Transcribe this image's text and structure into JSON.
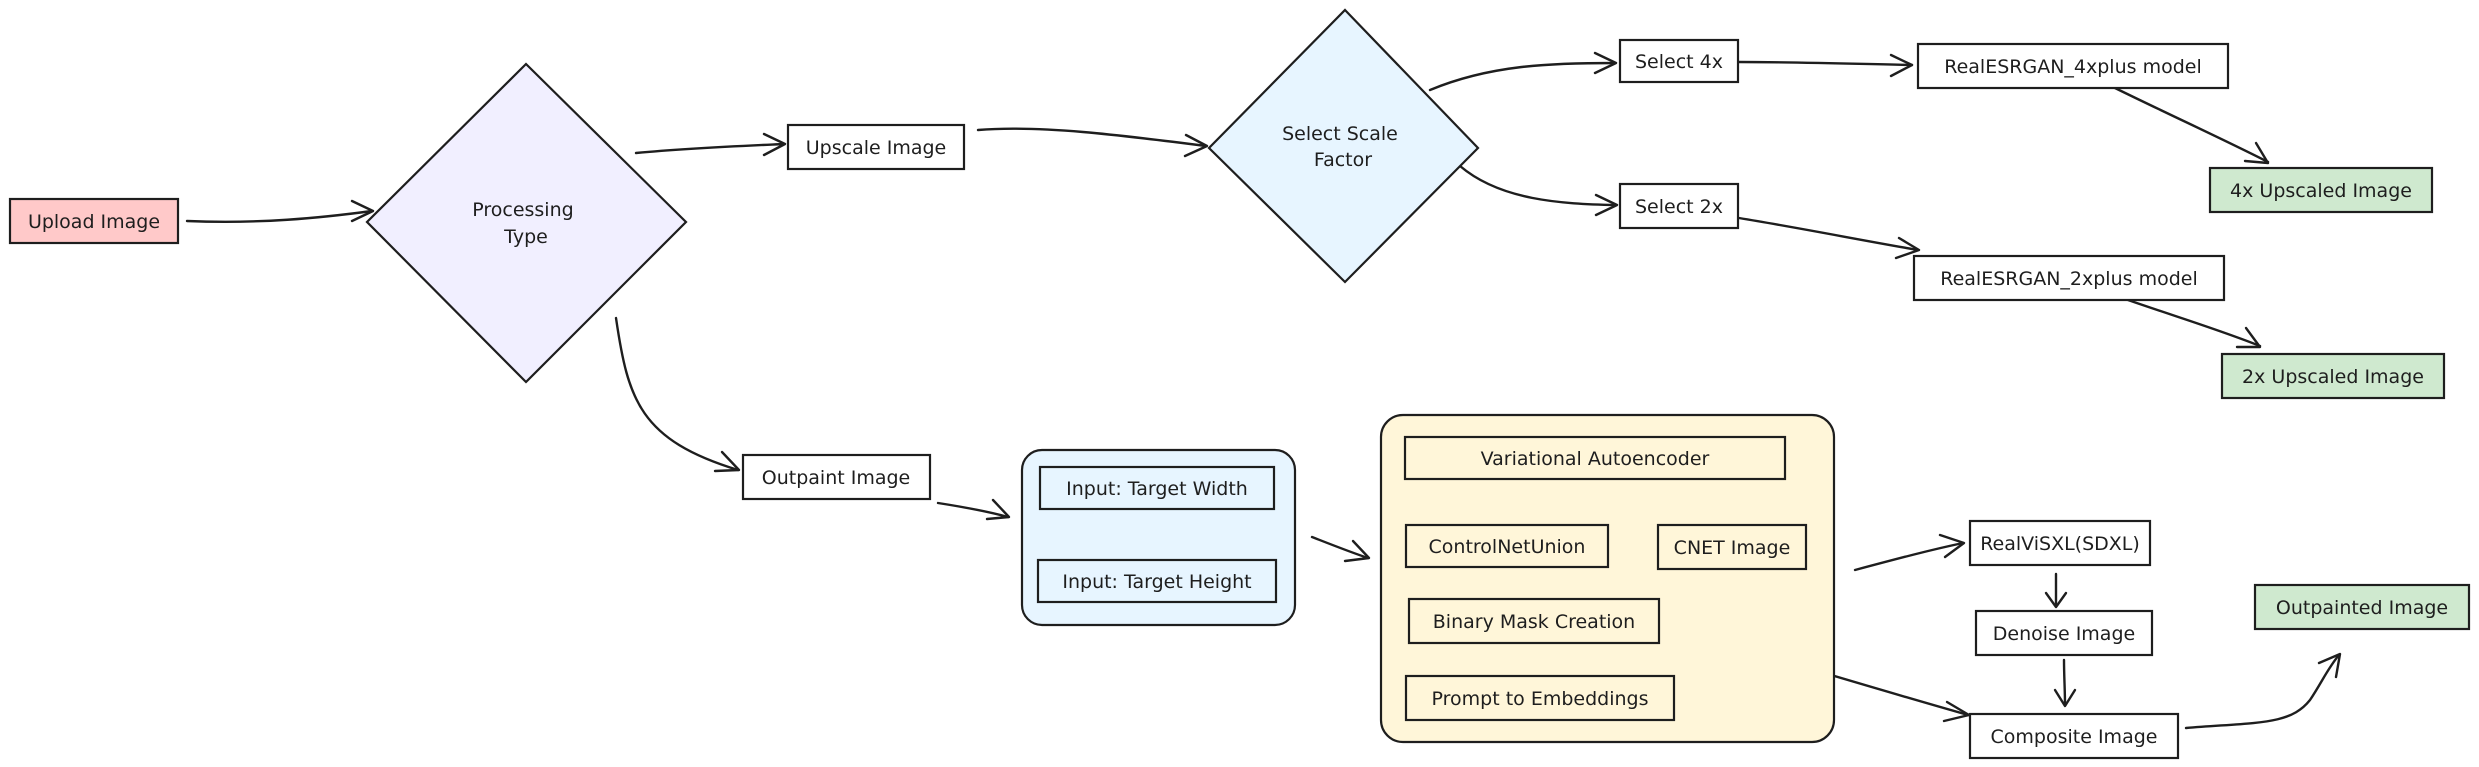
{
  "colors": {
    "stroke": "#1e1e1e",
    "white": "#ffffff",
    "pink": "#ffc9c9",
    "lavender": "#f1efff",
    "light_blue": "#e7f5ff",
    "light_yellow": "#fff6d9",
    "light_green": "#cfe9cf"
  },
  "nodes": {
    "upload_image": "Upload Image",
    "processing_type": [
      "Processing",
      "Type"
    ],
    "upscale_image": "Upscale Image",
    "select_scale_factor": [
      "Select Scale",
      "Factor"
    ],
    "select_4x": "Select 4x",
    "select_2x": "Select 2x",
    "realesrgan_4x": "RealESRGAN_4xplus model",
    "realesrgan_2x": "RealESRGAN_2xplus model",
    "upscaled_4x": "4x Upscaled Image",
    "upscaled_2x": "2x Upscaled Image",
    "outpaint_image": "Outpaint Image",
    "target_width": "Input: Target Width",
    "target_height": "Input: Target Height",
    "vae": "Variational Autoencoder",
    "controlnet_union": "ControlNetUnion",
    "cnet_image": "CNET Image",
    "binary_mask": "Binary Mask Creation",
    "prompt_embeddings": "Prompt to Embeddings",
    "realvisxl": "RealViSXL(SDXL)",
    "denoise_image": "Denoise Image",
    "composite_image": "Composite Image",
    "outpainted_image": "Outpainted Image"
  }
}
